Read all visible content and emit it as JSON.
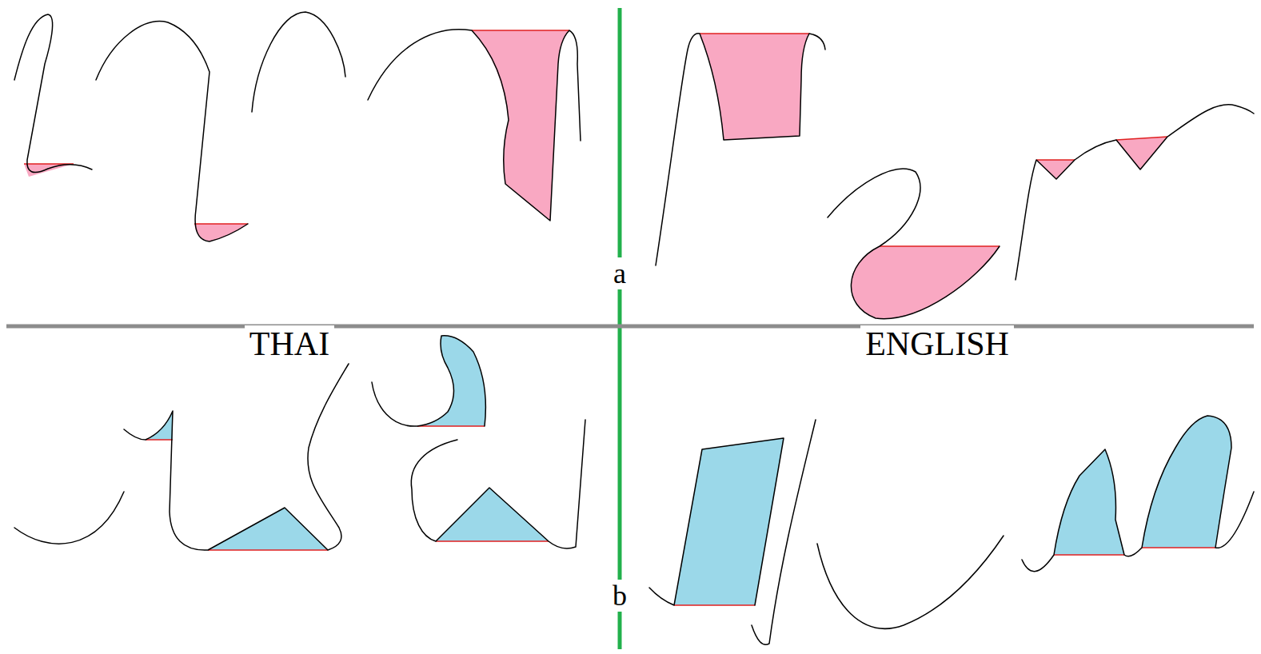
{
  "diagram": {
    "labels": [
      "a",
      "THAI",
      "ENGLISH",
      "b"
    ]
  }
}
